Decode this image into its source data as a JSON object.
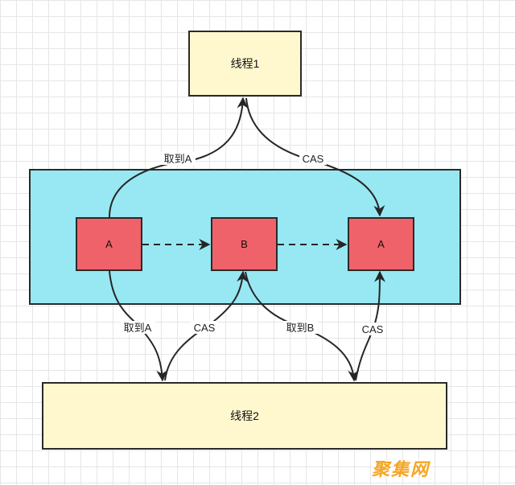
{
  "nodes": {
    "thread1": "线程1",
    "thread2": "线程2",
    "value_a1": "A",
    "value_b": "B",
    "value_a2": "A"
  },
  "edges": {
    "thread1_read": "取到A",
    "thread1_cas": "CAS",
    "thread2_read_a": "取到A",
    "thread2_cas_b": "CAS",
    "thread2_read_b": "取到B",
    "thread2_cas_a": "CAS"
  },
  "watermark": "聚集网",
  "colors": {
    "thread_box": "#fff8cf",
    "container": "#98e8f3",
    "value_box": "#f0626a",
    "watermark": "#f5a623"
  }
}
